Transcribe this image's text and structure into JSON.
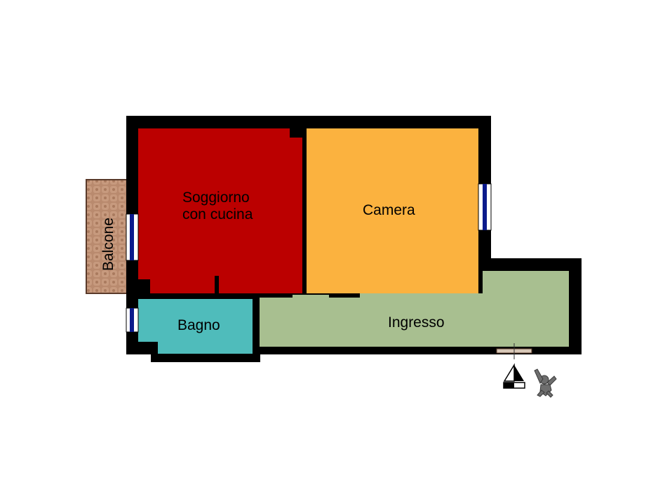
{
  "rooms": {
    "soggiorno": {
      "label_line1": "Soggiorno",
      "label_line2": "con cucina",
      "color": "#bb0000"
    },
    "camera": {
      "label": "Camera",
      "color": "#fbb23f"
    },
    "bagno": {
      "label": "Bagno",
      "color": "#4fbcbb"
    },
    "ingresso": {
      "label": "Ingresso",
      "color": "#a8bf90"
    },
    "balcone": {
      "label": "Balcone",
      "color": "#b98a6e"
    }
  },
  "wall_color": "#000000",
  "window_color": "#0b1a8c",
  "icons": [
    "north-arrow-icon",
    "entrance-person-icon"
  ]
}
